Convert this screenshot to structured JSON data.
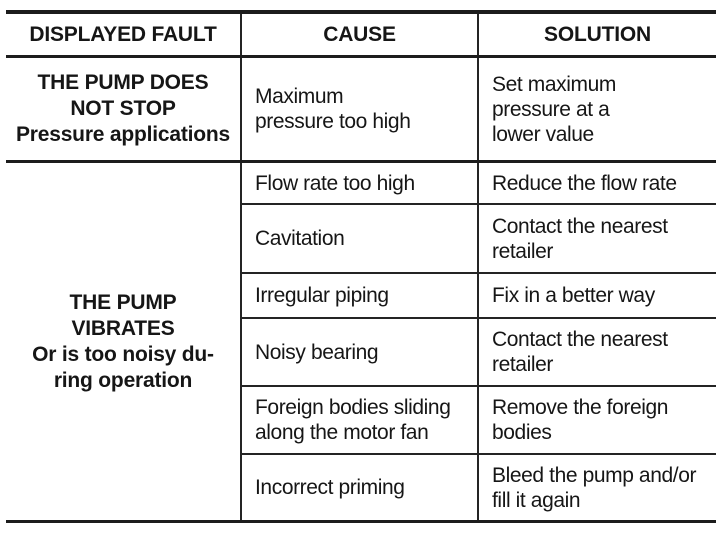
{
  "colors": {
    "text": "#161616",
    "line": "#1c1c1c",
    "background": "#ffffff"
  },
  "table": {
    "header": {
      "displayed_fault": "DISPLAYED FAULT",
      "cause": "CAUSE",
      "solution": "SOLUTION"
    },
    "sections": [
      {
        "fault": "THE PUMP DOES\nNOT STOP\nPressure applications",
        "rows": [
          {
            "cause": "Maximum\npressure too high",
            "solution": "Set maximum\npressure at a\nlower value"
          }
        ]
      },
      {
        "fault": "THE PUMP\nVIBRATES\nOr is too noisy du-\nring operation",
        "rows": [
          {
            "cause": "Flow rate too high",
            "solution": "Reduce the flow rate"
          },
          {
            "cause": "Cavitation",
            "solution": "Contact the nearest\nretailer"
          },
          {
            "cause": "Irregular piping",
            "solution": "Fix in a better way"
          },
          {
            "cause": "Noisy bearing",
            "solution": "Contact the nearest\nretailer"
          },
          {
            "cause": "Foreign bodies sliding\nalong the motor fan",
            "solution": "Remove the foreign\nbodies"
          },
          {
            "cause": "Incorrect priming",
            "solution": "Bleed the pump and/or\nfill it again"
          }
        ]
      }
    ]
  }
}
